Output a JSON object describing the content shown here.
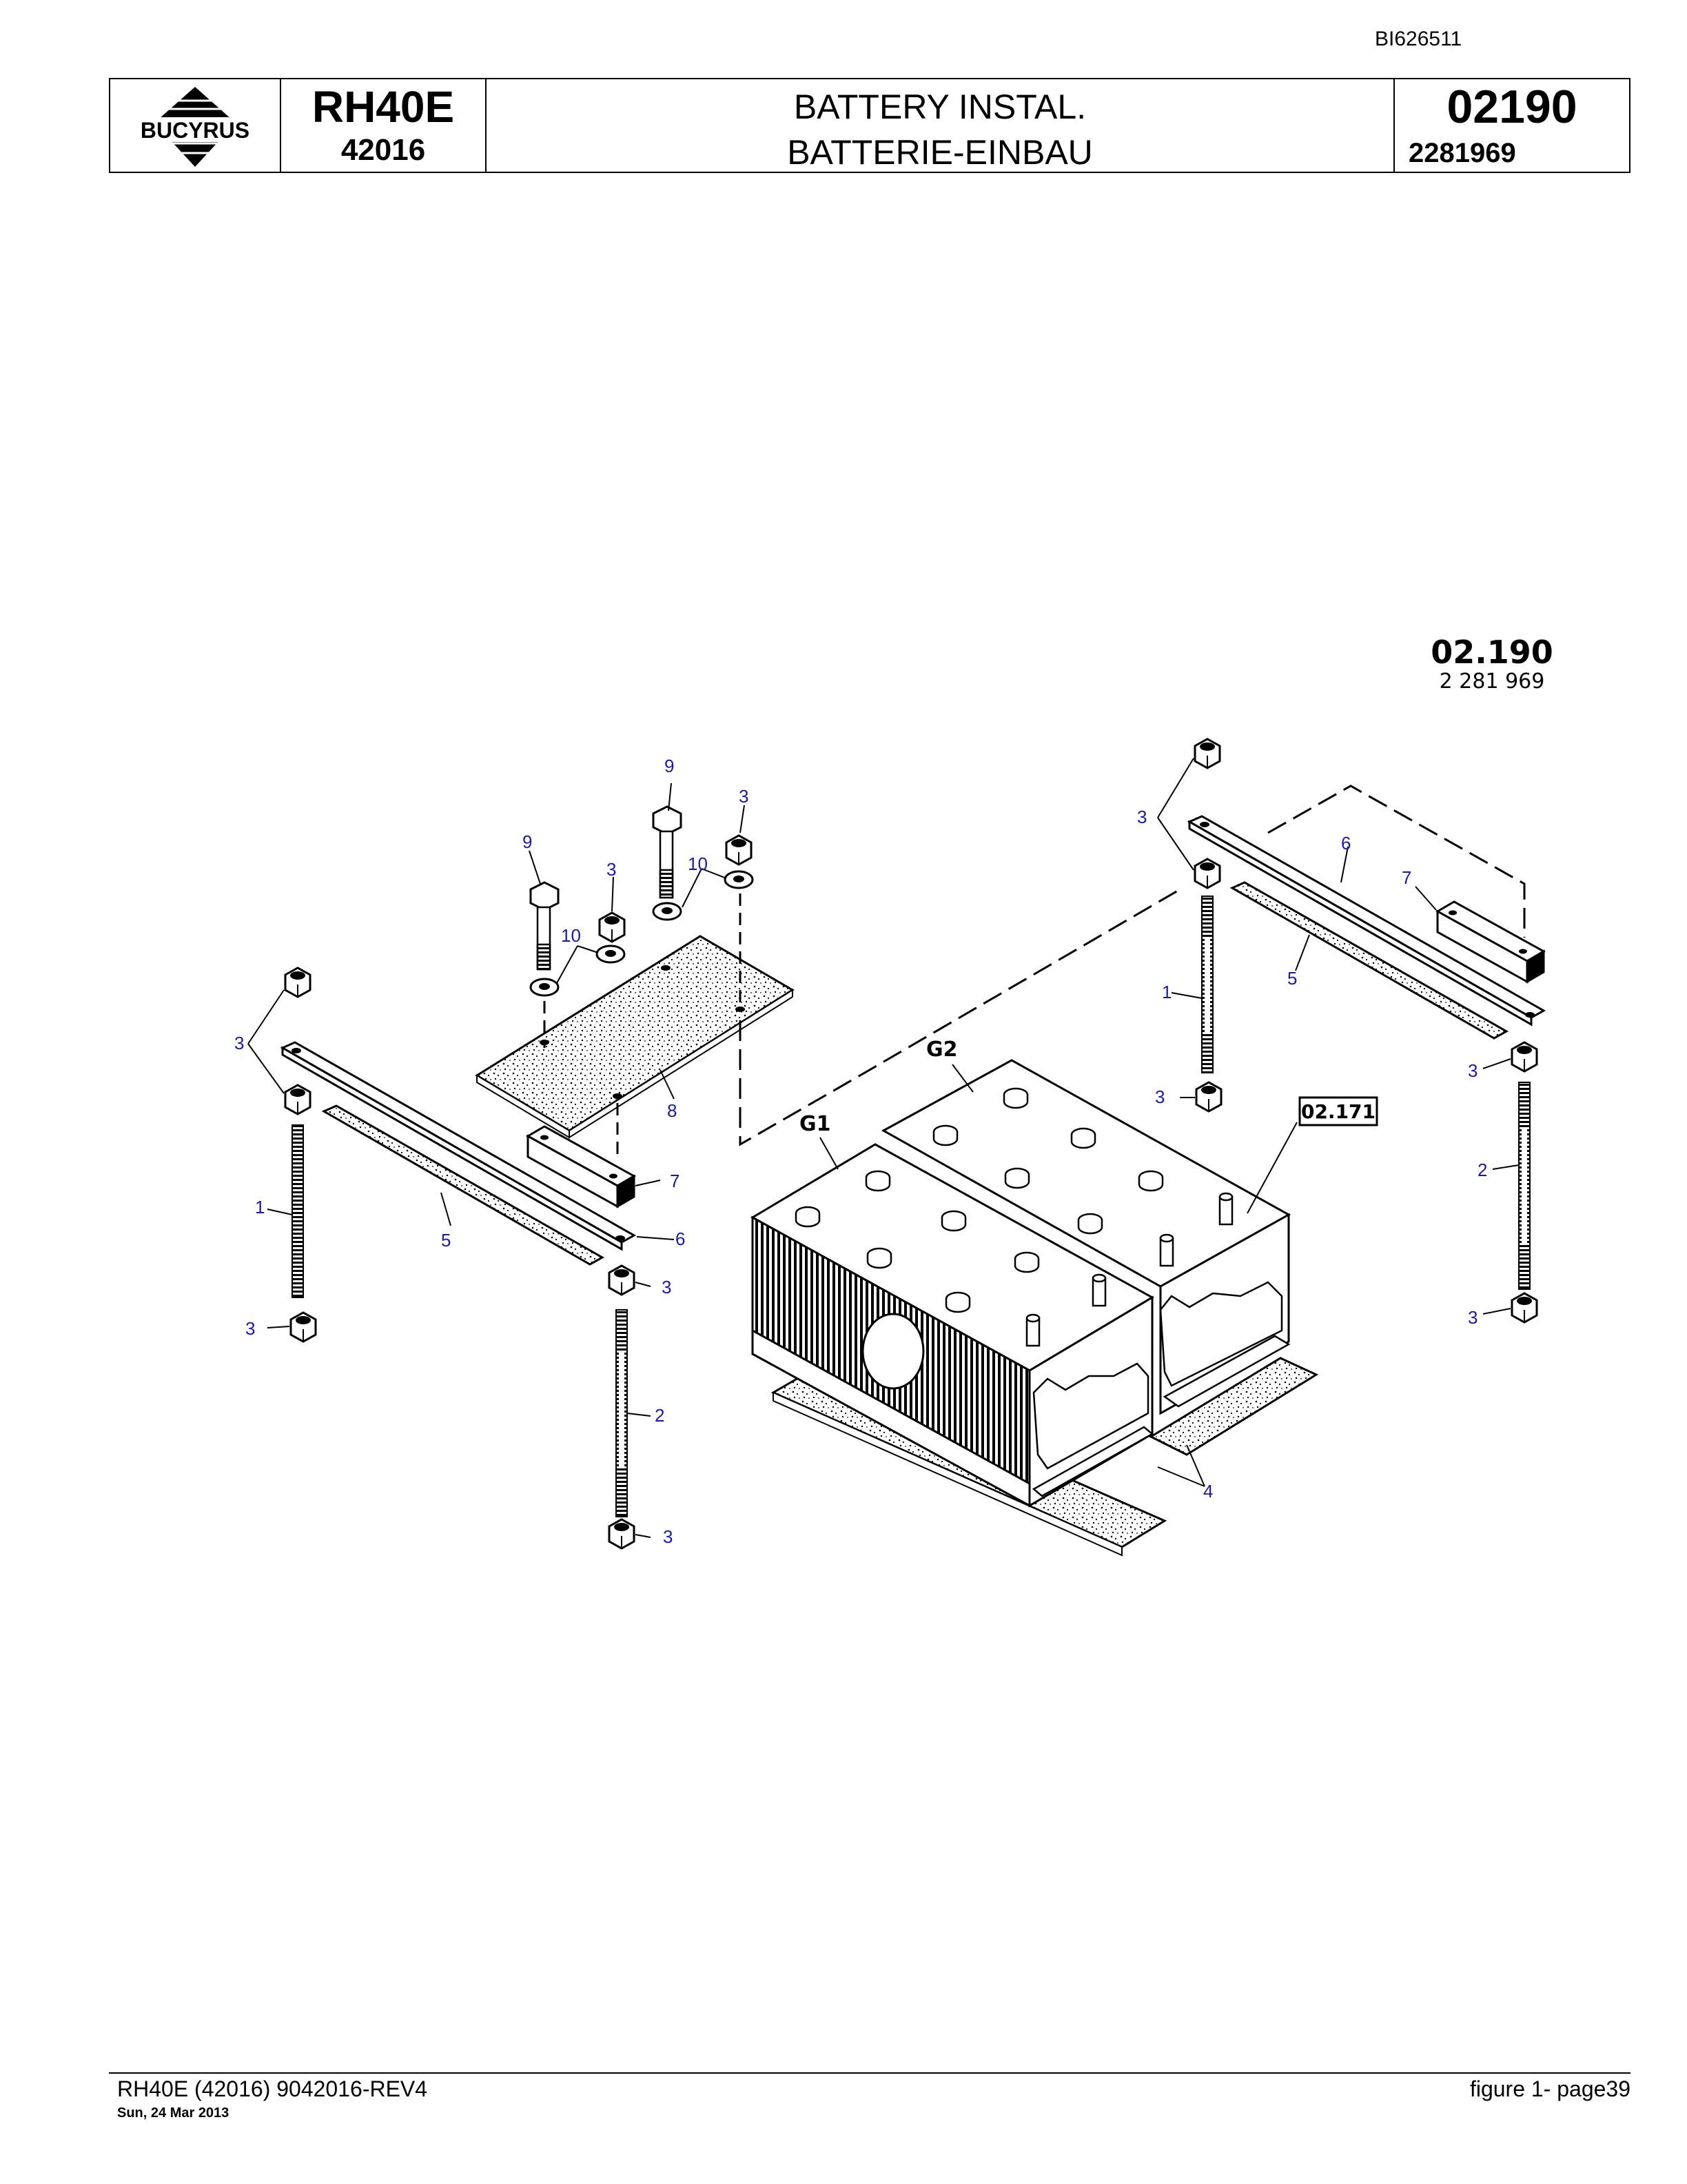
{
  "document": {
    "doc_id": "BI626511"
  },
  "header": {
    "logo_text": "BUCYRUS",
    "model": "RH40E",
    "serial": "42016",
    "title_en": "BATTERY INSTAL.",
    "title_de": "BATTERIE-EINBAU",
    "figure_number": "02190",
    "part_number": "2281969"
  },
  "diagram": {
    "figure_label": "02.190",
    "figure_part": "2 281 969",
    "reference_box": "02.171",
    "battery_labels": [
      "G1",
      "G2"
    ],
    "callouts": [
      "1",
      "2",
      "3",
      "4",
      "5",
      "6",
      "7",
      "8",
      "9",
      "10"
    ]
  },
  "footer": {
    "left": "RH40E (42016) 9042016-REV4",
    "date": "Sun, 24 Mar 2013",
    "right": "figure  1- page39"
  }
}
